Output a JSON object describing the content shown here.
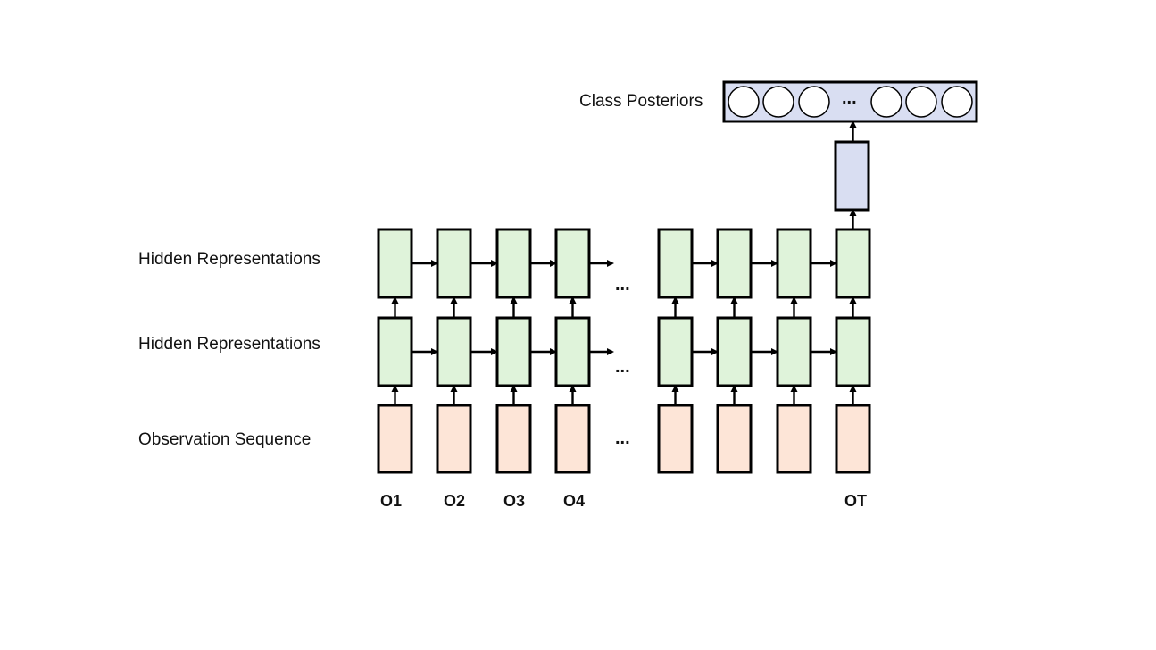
{
  "labels": {
    "class_posteriors": "Class Posteriors",
    "hidden_top": "Hidden Representations",
    "hidden_bottom": "Hidden Representations",
    "observation": "Observation Sequence"
  },
  "observations": [
    "O1",
    "O2",
    "O3",
    "O4",
    "OT"
  ],
  "ellipsis": "...",
  "colors": {
    "observation_fill": "#fde5d7",
    "hidden_fill": "#dff3da",
    "output_fill": "#d9def2",
    "stroke": "#000000"
  }
}
